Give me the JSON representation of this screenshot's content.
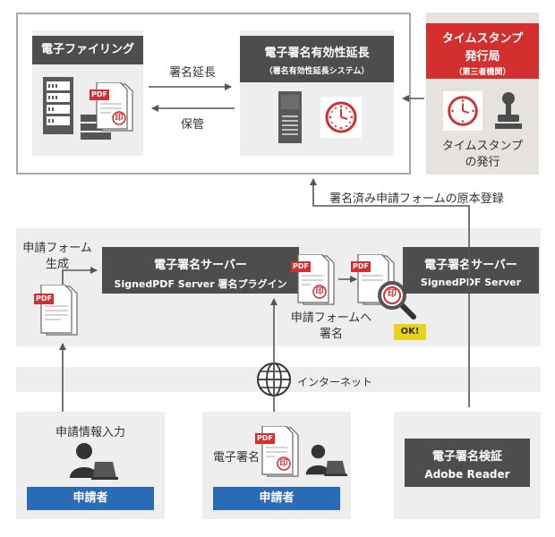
{
  "top": {
    "filing_title": "電子ファイリング",
    "ltv_title": "電子署名有効性延長",
    "ltv_subtitle": "（署名有効性延長システム）",
    "arrow_sign_extend": "署名延長",
    "arrow_store": "保管",
    "tsa_title_line1": "タイムスタンプ",
    "tsa_title_line2": "発行局",
    "tsa_subtitle": "（第三者機関）",
    "tsa_caption_line1": "タイムスタンプ",
    "tsa_caption_line2": "の発行"
  },
  "registration_label": "署名済み申請フォームの原本登録",
  "middle": {
    "form_gen_line1": "申請フォーム",
    "form_gen_line2": "生成",
    "plugin_title": "電子署名サーバー",
    "plugin_subtitle": "SignedPDF Server 署名プラグイン",
    "sign_form_line1": "申請フォームへ",
    "sign_form_line2": "署名",
    "server_title": "電子署名サーバー",
    "server_subtitle": "SignedPDF Server",
    "ok_badge": "OK!"
  },
  "internet_label": "インターネット",
  "bottom": {
    "left_caption": "申請情報入力",
    "left_role": "申請者",
    "center_caption": "電子署名",
    "center_role": "申請者",
    "verify_title": "電子署名検証",
    "verify_subtitle": "Adobe Reader"
  },
  "pdf_label": "PDF",
  "seal_char": "印",
  "colors": {
    "dark_box": "#4d4d4d",
    "blue_box": "#2a6bb5",
    "red_box": "#d32f2f",
    "panel": "#eeeeef",
    "badge": "#e8d21a"
  }
}
